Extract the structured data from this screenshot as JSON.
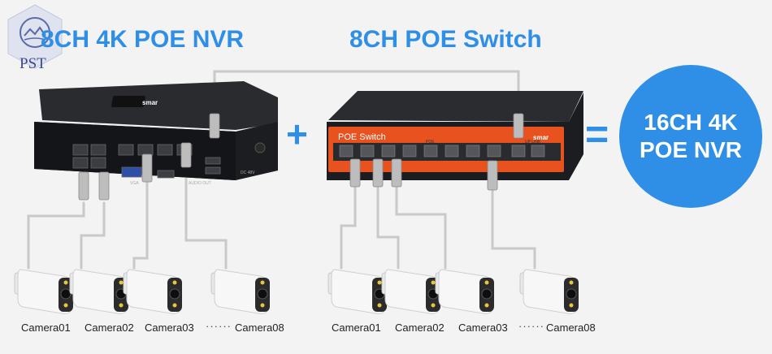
{
  "titles": {
    "nvr": "8CH 4K POE NVR",
    "switch": "8CH POE Switch"
  },
  "symbols": {
    "plus": "+",
    "equals": "="
  },
  "result": {
    "line1": "16CH 4K",
    "line2": "POE NVR"
  },
  "nvr_device": {
    "brand": "smar",
    "port_labels": [
      "VGA",
      "AUDIO OUT",
      "DC 48V"
    ]
  },
  "switch_device": {
    "panel_label": "POE Switch",
    "brand": "smar",
    "port_group_label": "POE",
    "uplink_label": "UP LINK"
  },
  "cameras_left": [
    "Camera01",
    "Camera02",
    "Camera03",
    "Camera08"
  ],
  "cameras_right": [
    "Camera01",
    "Camera02",
    "Camera03",
    "Camera08"
  ],
  "ellipsis": "······",
  "watermark": "PST",
  "colors": {
    "accent": "#2f8fe6",
    "device_body": "#1e1f22",
    "switch_panel": "#e8521f",
    "cable": "#c8c8c8"
  }
}
